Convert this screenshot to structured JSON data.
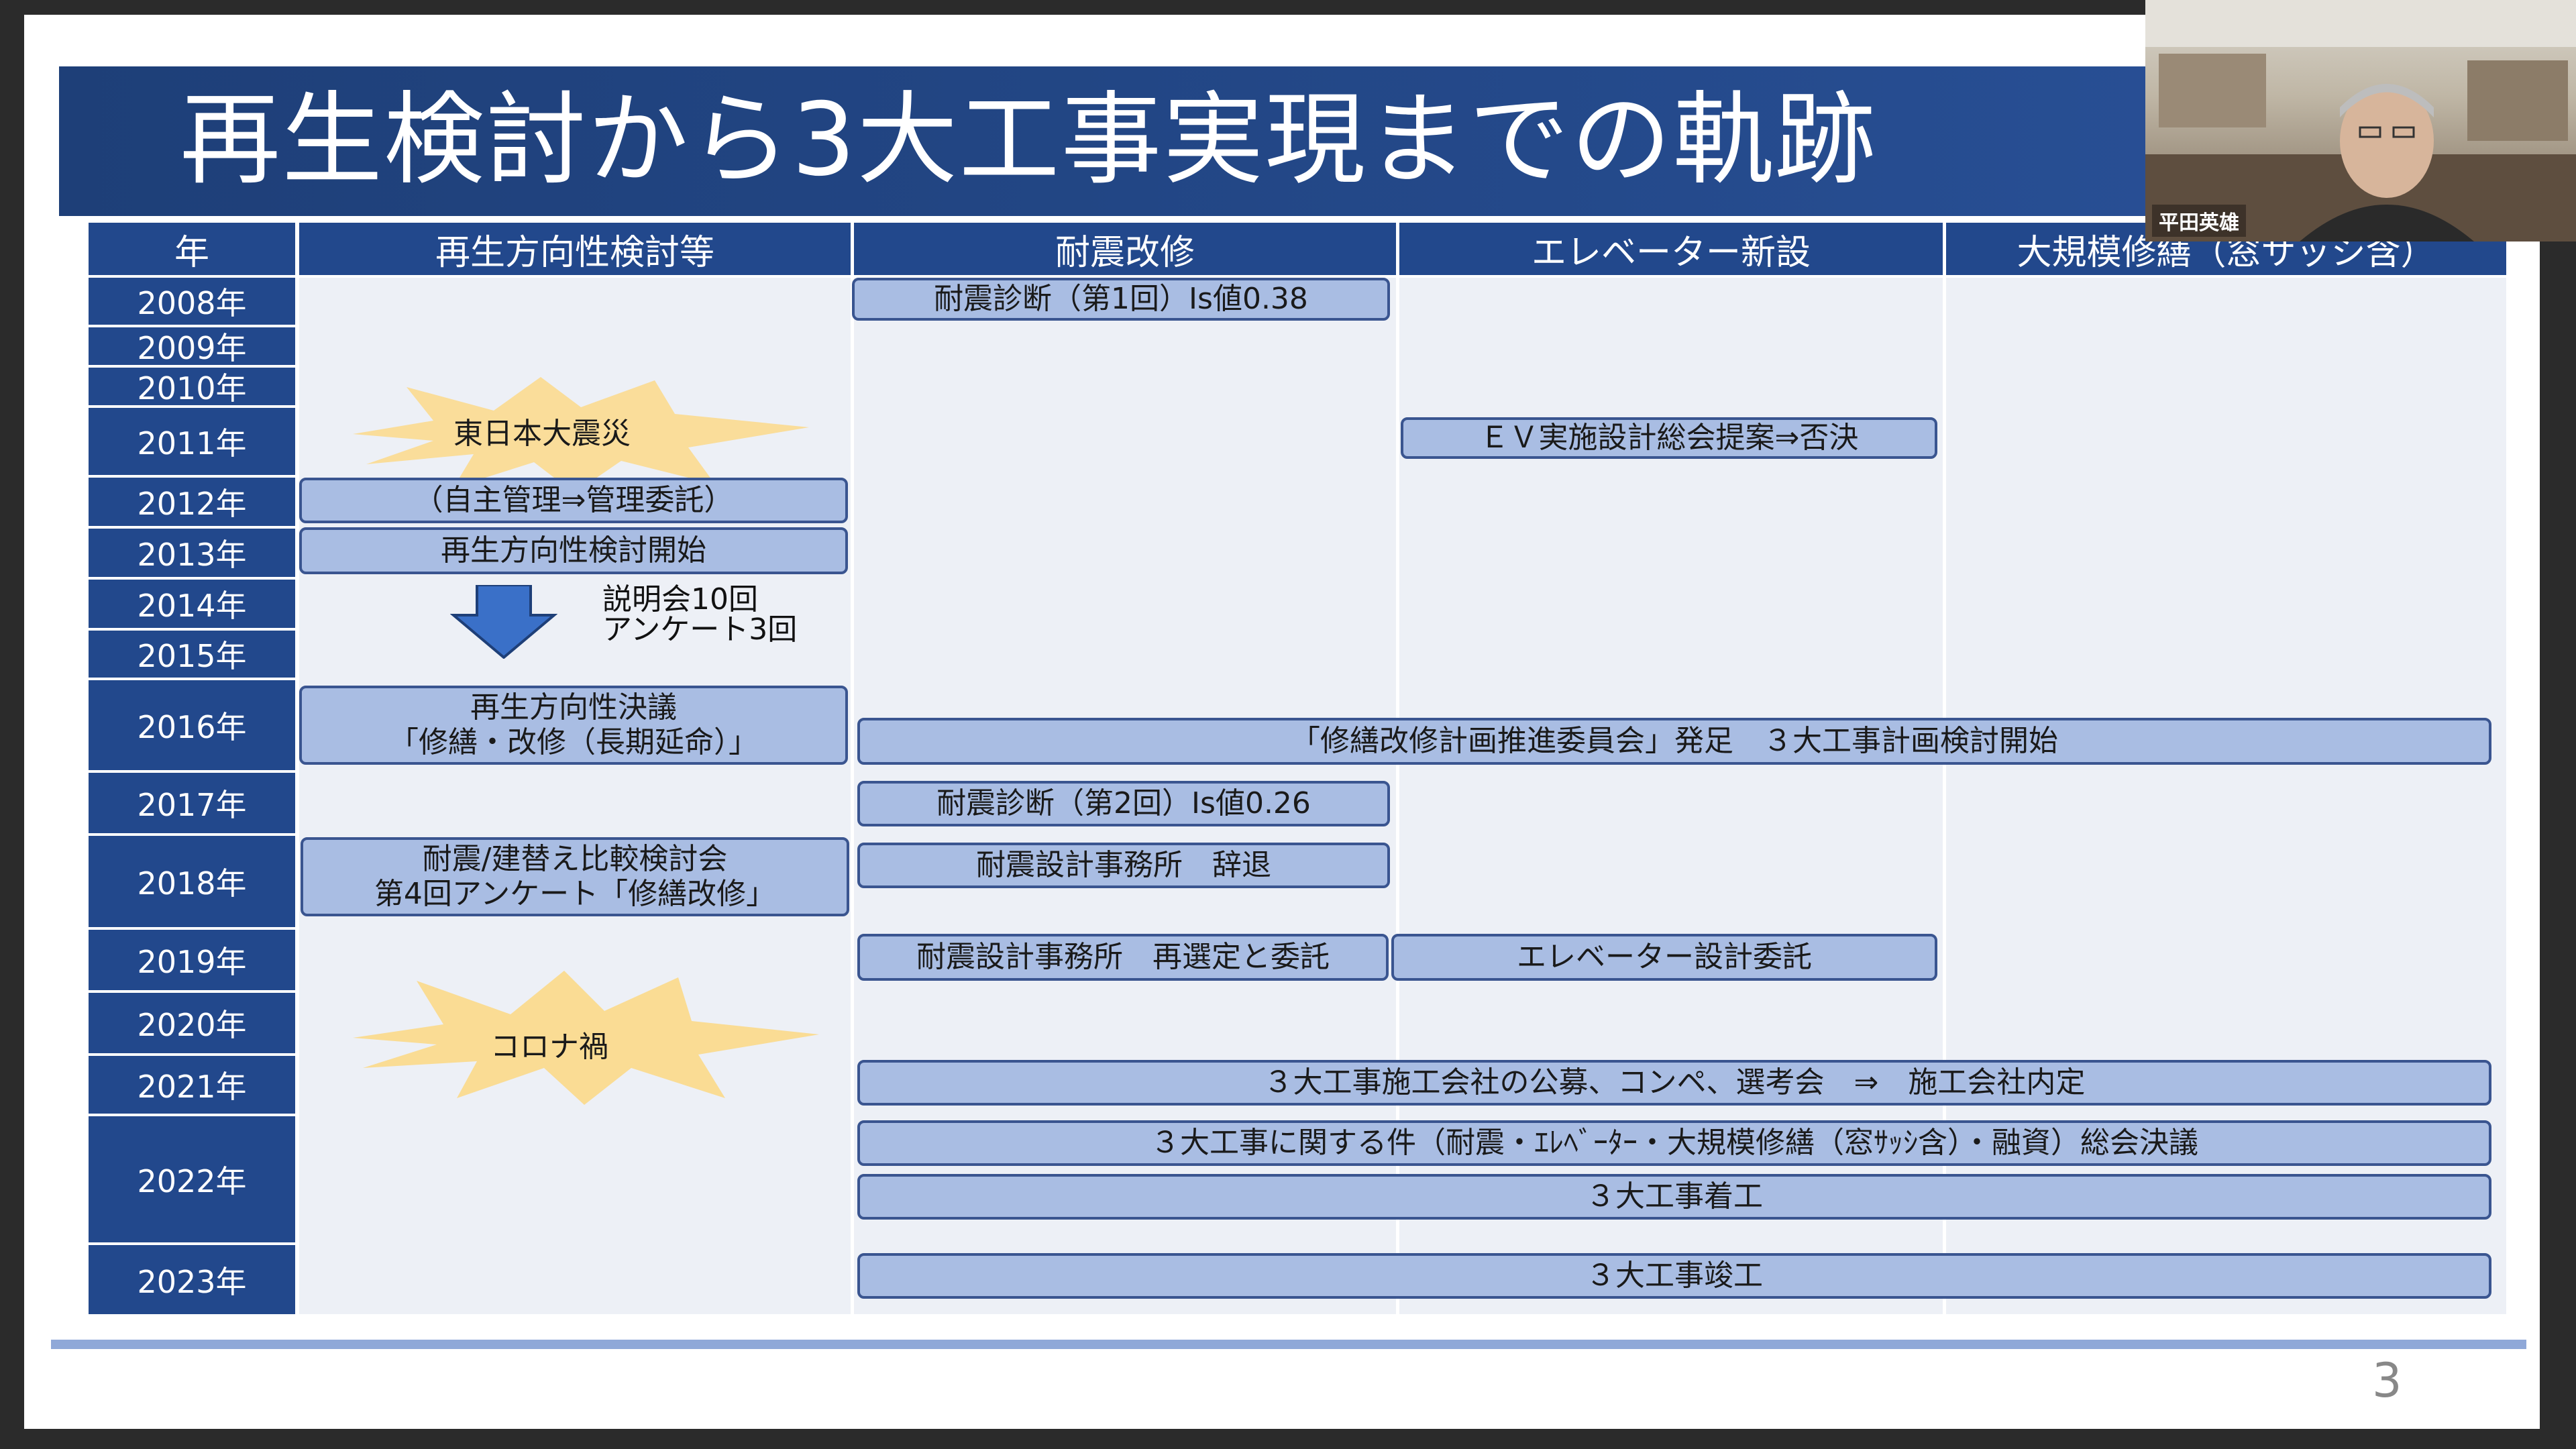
{
  "title": "再生検討から3大工事実現までの軌跡",
  "headers": {
    "year": "年",
    "col1": "再生方向性検討等",
    "col2": "耐震改修",
    "col3": "エレベーター新設",
    "col4": "大規模修繕（窓サッシ含）"
  },
  "years": [
    "2008年",
    "2009年",
    "2010年",
    "2011年",
    "2012年",
    "2013年",
    "2014年",
    "2015年",
    "2016年",
    "2017年",
    "2018年",
    "2019年",
    "2020年",
    "2021年",
    "2022年",
    "2023年"
  ],
  "events": {
    "e2008_quake_diag": "耐震診断（第1回）Is値0.38",
    "e2011_burst": "東日本大震災",
    "e2011_ev": "ＥＶ実施設計総会提案⇒否決",
    "e2012": "（自主管理⇒管理委託）",
    "e2013": "再生方向性検討開始",
    "e2014_note1": "説明会10回",
    "e2014_note2": "アンケート3回",
    "e2016_l1": "再生方向性決議",
    "e2016_l2": "「修繕・改修（長期延命）」",
    "e2016_span": "「修繕改修計画推進委員会」発足　３大工事計画検討開始",
    "e2017": "耐震診断（第2回）Is値0.26",
    "e2018_l1": "耐震/建替え比較検討会",
    "e2018_l2": "第4回アンケート「修繕改修」",
    "e2018_quake": "耐震設計事務所　辞退",
    "e2019_quake": "耐震設計事務所　再選定と委託",
    "e2019_ev": "エレベーター設計委託",
    "e2020_burst": "コロナ禍",
    "e2021": "３大工事施工会社の公募、コンペ、選考会　⇒　施工会社内定",
    "e2022_a": "３大工事に関する件（耐震・ｴﾚﾍﾞｰﾀｰ・大規模修繕（窓ｻｯｼ含）・融資）総会決議",
    "e2022_b": "３大工事着工",
    "e2023": "３大工事竣工"
  },
  "page_number": "3",
  "webcam": {
    "name": "平田英雄"
  },
  "colors": {
    "header_bg": "#22488c",
    "bar_fill": "#a9bde3",
    "bar_border": "#3a5590",
    "burst": "#fbd98a"
  }
}
